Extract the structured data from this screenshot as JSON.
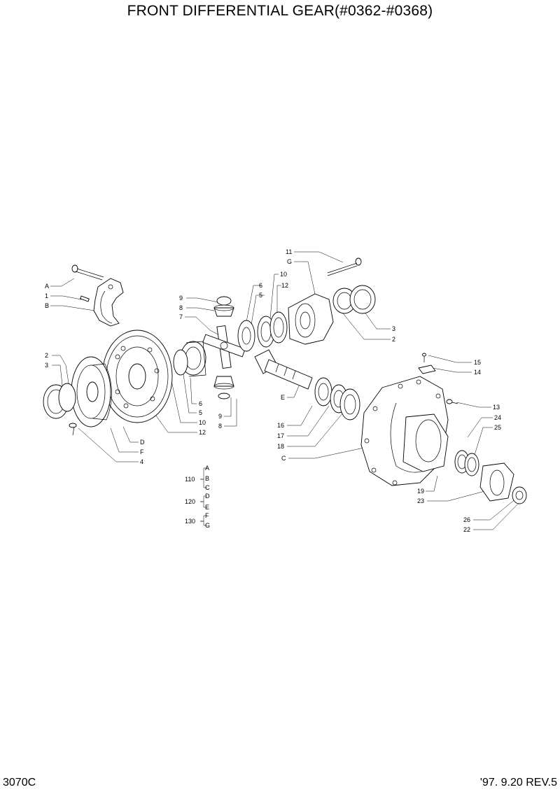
{
  "title": "FRONT DIFFERENTIAL GEAR(#0362-#0368)",
  "footer": {
    "code": "3070C",
    "revision": "'97. 9.20  REV.5"
  },
  "callouts": {
    "A": "A",
    "B": "B",
    "C": "C",
    "D": "D",
    "E": "E",
    "F": "F",
    "G": "G",
    "n1": "1",
    "n2": "2",
    "n3": "3",
    "n4": "4",
    "n5": "5",
    "n6": "6",
    "n7": "7",
    "n8": "8",
    "n9": "9",
    "n10": "10",
    "n11": "11",
    "n12": "12",
    "n13": "13",
    "n14": "14",
    "n15": "15",
    "n16": "16",
    "n17": "17",
    "n18": "18",
    "n19": "19",
    "n22": "22",
    "n23": "23",
    "n24": "24",
    "n25": "25",
    "n26": "26"
  },
  "kits": [
    {
      "number": "110",
      "letters": [
        "A",
        "B",
        "C"
      ]
    },
    {
      "number": "120",
      "letters": [
        "D",
        "E"
      ]
    },
    {
      "number": "130",
      "letters": [
        "F",
        "G"
      ]
    }
  ]
}
